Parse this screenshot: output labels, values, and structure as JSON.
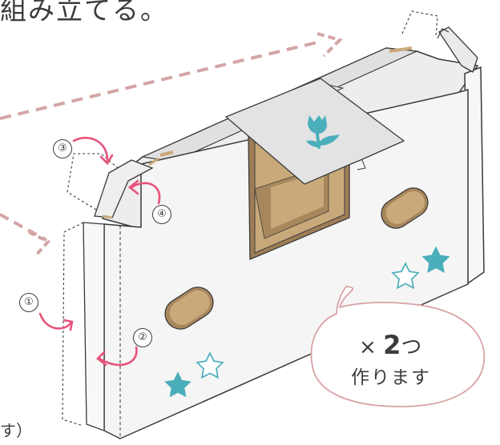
{
  "heading": "組み立てる。",
  "steps": [
    "①",
    "②",
    "③",
    "④"
  ],
  "bubble": {
    "times": "×",
    "number": "2",
    "counter": "つ",
    "line2": "作ります"
  },
  "side_note": "す）",
  "colors": {
    "arrow_pink": "#e8527a",
    "guide_arrow": "#d4a5a5",
    "teal": "#4aaebb",
    "cardboard": "#c9a97a",
    "cardboard_dark": "#a8875c",
    "bubble_stroke": "#d9a2a6",
    "panel": "#f4f4f4",
    "card_gray": "#e3e3e3"
  },
  "icons": [
    "tulip-icon",
    "star-icon"
  ]
}
